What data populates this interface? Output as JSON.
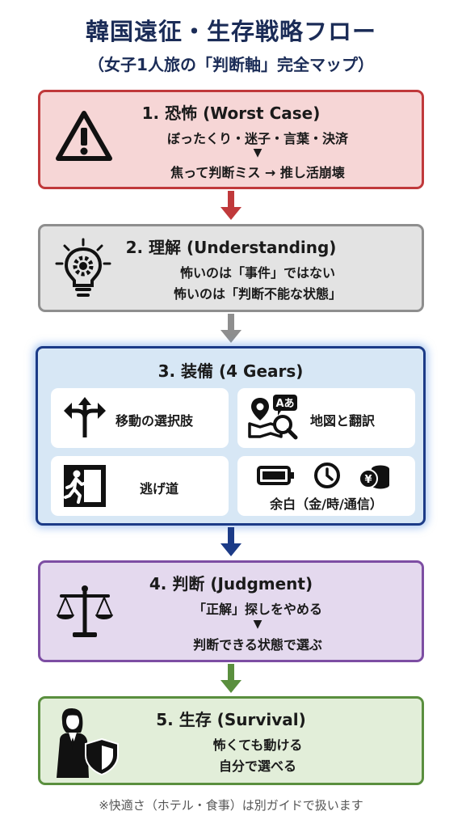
{
  "header": {
    "title": "韓国遠征・生存戦略フロー",
    "subtitle": "（女子1人旅の「判断軸」完全マップ）"
  },
  "steps": [
    {
      "title": "1. 恐怖 (Worst Case)",
      "lines": [
        "ぼったくり・迷子・言葉・決済",
        "焦って判断ミス → 推し活崩壊"
      ],
      "connector": "▼",
      "icon": "warning-icon",
      "color": "#c0393b"
    },
    {
      "title": "2. 理解 (Understanding)",
      "lines": [
        "怖いのは「事件」ではない",
        "怖いのは「判断不能な状態」"
      ],
      "icon": "lightbulb-gear-icon",
      "color": "#8e8e8e"
    },
    {
      "title": "3. 装備 (4 Gears)",
      "gears": [
        {
          "label": "移動の選択肢",
          "icon": "split-arrows-icon"
        },
        {
          "label": "地図と翻訳",
          "icon": "map-translate-icon",
          "badge": "Aあ"
        },
        {
          "label": "逃げ道",
          "icon": "emergency-exit-icon"
        },
        {
          "label": "余白（金/時/通信）",
          "icon": "battery-clock-coins-icon",
          "coin_symbol": "¥"
        }
      ],
      "color": "#1c3b87"
    },
    {
      "title": "4. 判断 (Judgment)",
      "lines": [
        "「正解」探しをやめる",
        "判断できる状態で選ぶ"
      ],
      "connector": "▼",
      "icon": "scales-icon",
      "color": "#7d4ea3"
    },
    {
      "title": "5. 生存 (Survival)",
      "lines": [
        "怖くても動ける",
        "自分で選べる"
      ],
      "icon": "woman-shield-icon",
      "color": "#5a8f3e"
    }
  ],
  "footnote": "※快適さ（ホテル・食事）は別ガイドで扱います"
}
